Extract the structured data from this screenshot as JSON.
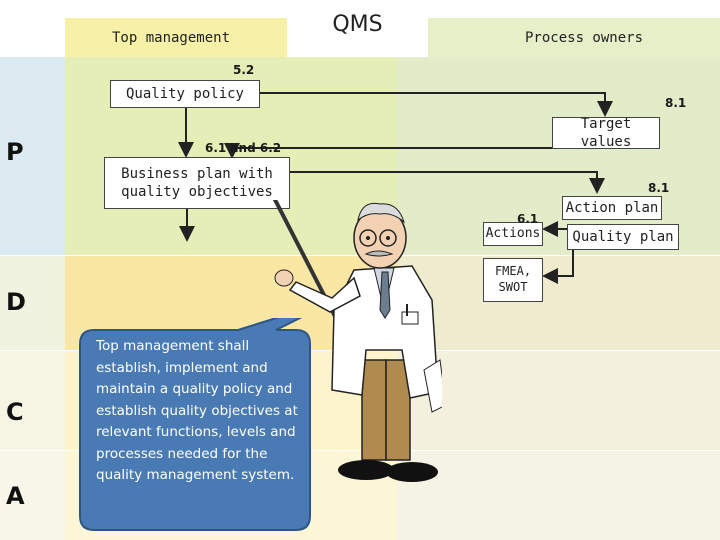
{
  "header": {
    "top_management": "Top management",
    "qms": "QMS",
    "process_owners": "Process owners"
  },
  "phases": [
    "P",
    "D",
    "C",
    "A"
  ],
  "boxes": {
    "quality_policy": "Quality policy",
    "business_plan": "Business plan with\nquality objectives",
    "target_values": "Target values",
    "action_plan": "Action plan",
    "quality_plan": "Quality plan",
    "actions": "Actions",
    "fmea": "FMEA,\nSWOT"
  },
  "refs": {
    "r52": "5.2",
    "r61_62": "6.1 and 6.2",
    "r81_target": "8.1",
    "r81_action": "8.1",
    "r61_actions": "6.1"
  },
  "callout": "Top management shall establish, implement and maintain a quality policy and establish quality objectives at relevant functions, levels and processes needed for the quality management system.",
  "colors": {
    "p_row_left": "#dcebf2",
    "p_row_mid": "#e6eeb8",
    "p_row_right": "#e2ecc9",
    "d_row_left": "#eef2da",
    "d_row_mid": "#fbe7a4",
    "d_row_right": "#f0ecd0",
    "callout_fill": "#4a7ab4",
    "callout_border": "#2e5587"
  }
}
